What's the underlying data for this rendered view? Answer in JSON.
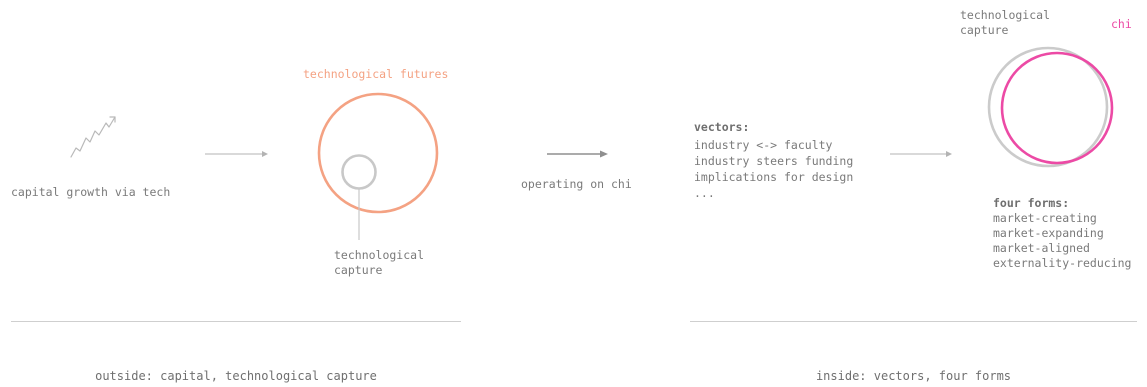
{
  "left": {
    "growth_label": "capital growth via tech",
    "futures_label": "technological futures",
    "capture_label_line1": "technological",
    "capture_label_line2": "capture"
  },
  "middle": {
    "arrow_label": "operating on chi"
  },
  "right": {
    "vectors_title": "vectors:",
    "vectors_items": [
      "industry <-> faculty",
      "industry steers funding",
      "implications for design",
      "..."
    ],
    "venn_label_line1": "technological",
    "venn_label_line2": "capture",
    "chi_label": "chi",
    "forms_title": "four forms:",
    "forms_items": [
      "market-creating",
      "market-expanding",
      "market-aligned",
      "externality-reducing"
    ]
  },
  "footer": {
    "left_caption": "outside: capital, technological capture",
    "right_caption": "inside: vectors, four forms"
  },
  "colors": {
    "futures_accent": "#f4a283",
    "chi_accent": "#ec4aa5",
    "neutral_stroke": "#c8c8c8",
    "arrow_stroke": "#a8a8a8"
  },
  "icons": [
    "growth-trend-icon"
  ]
}
